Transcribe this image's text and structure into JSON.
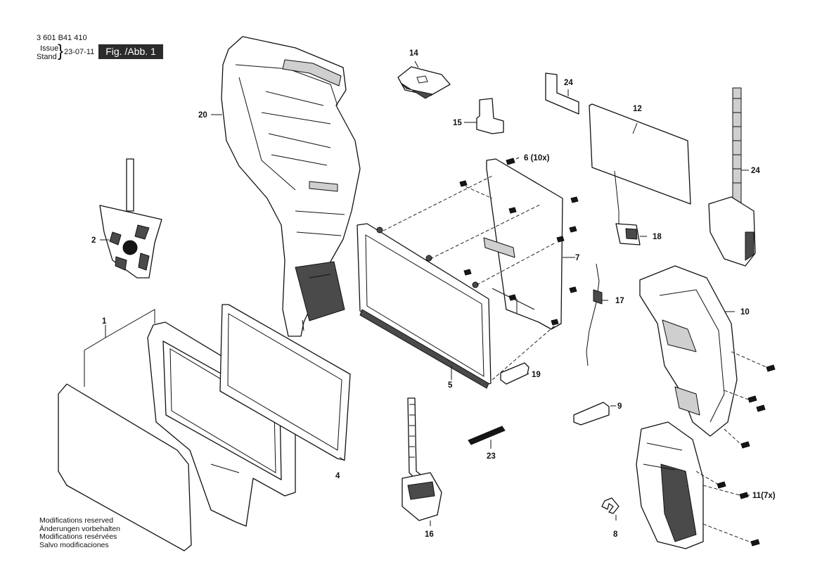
{
  "header": {
    "doc_number": "3 601 B41 410",
    "issue_label": "Issue",
    "stand_label": "Stand",
    "brace": "}",
    "issue_date": "23-07-11",
    "figure_label": "Fig. /Abb. 1"
  },
  "notes": [
    "Modifications reserved",
    "Änderungen vorbehalten",
    "Modifications resérvées",
    "Salvo modificaciones"
  ],
  "callouts": {
    "c1": "1",
    "c2": "2",
    "c4": "4",
    "c5": "5",
    "c6": "6 (10x)",
    "c7": "7",
    "c8": "8",
    "c9": "9",
    "c10": "10",
    "c11": "11(7x)",
    "c12": "12",
    "c14": "14",
    "c15": "15",
    "c16": "16",
    "c17": "17",
    "c18": "18",
    "c19": "19",
    "c20": "20",
    "c23": "23",
    "c24a": "24",
    "c24b": "24"
  }
}
